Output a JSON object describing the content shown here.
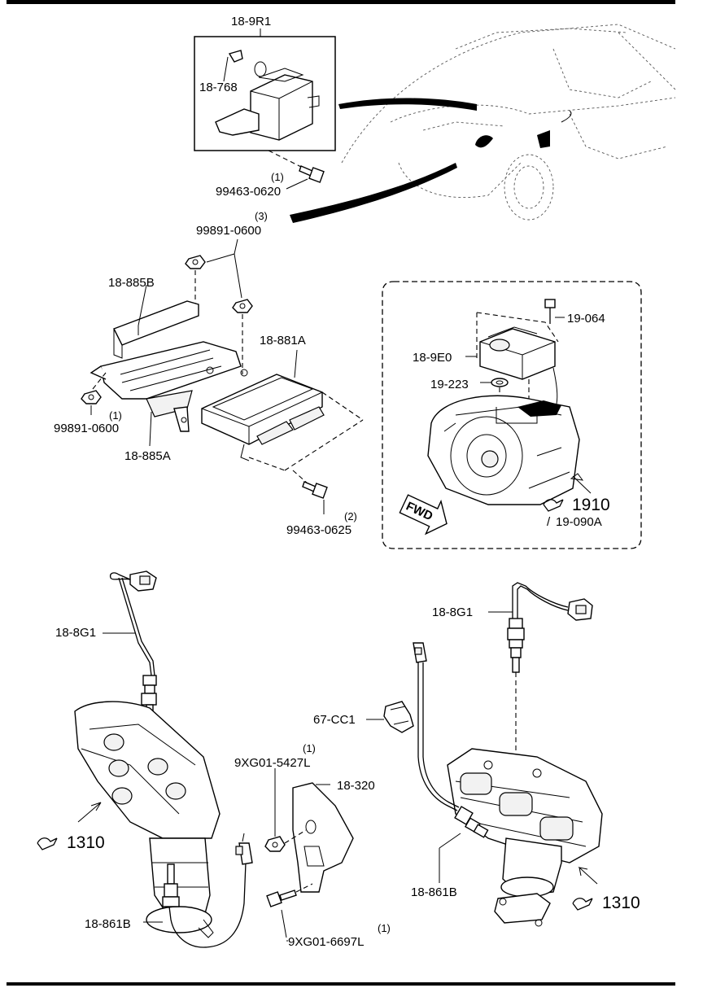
{
  "parts": {
    "p_18_9R1": "18-9R1",
    "p_18_768": "18-768",
    "p_99463_0620": "99463-0620",
    "q_99463_0620": "(1)",
    "p_99891_0600_top": "99891-0600",
    "q_99891_0600_top": "(3)",
    "p_18_885B": "18-885B",
    "p_18_881A": "18-881A",
    "p_99891_0600_left": "99891-0600",
    "q_99891_0600_left": "(1)",
    "p_18_885A": "18-885A",
    "p_99463_0625": "99463-0625",
    "q_99463_0625": "(2)",
    "p_19_064": "19-064",
    "p_18_9E0": "18-9E0",
    "p_19_223": "19-223",
    "ref_1910": "1910",
    "ref_19_090A": "19-090A",
    "fwd": "FWD",
    "p_18_8G1_left": "18-8G1",
    "p_18_8G1_right": "18-8G1",
    "p_67_CC1": "67-CC1",
    "p_9XG01_5427L": "9XG01-5427L",
    "q_9XG01_5427L": "(1)",
    "p_18_320": "18-320",
    "ref_1310_left": "1310",
    "ref_1310_right": "1310",
    "p_18_861B_left": "18-861B",
    "p_18_861B_right": "18-861B",
    "p_9XG01_6697L": "9XG01-6697L",
    "q_9XG01_6697L": "(1)"
  },
  "icons": {
    "reference_icon": "book-reference-icon",
    "fwd_arrow": "forward-direction-arrow-icon"
  }
}
